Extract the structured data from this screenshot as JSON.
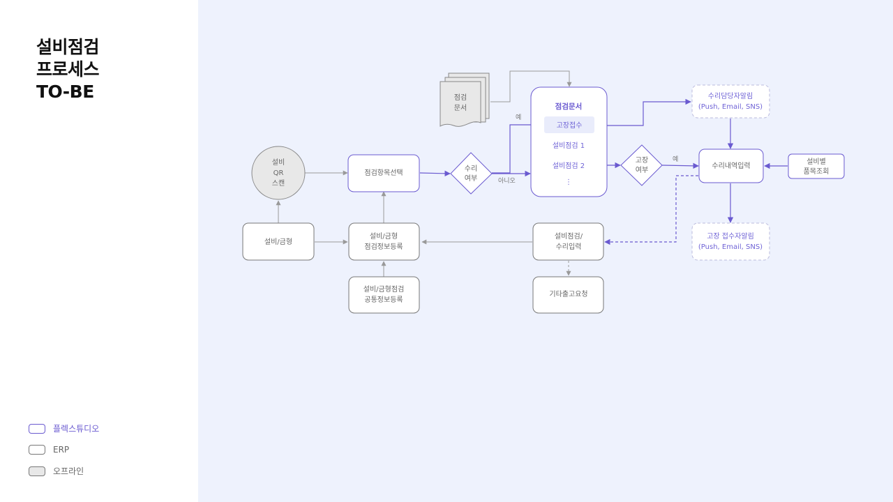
{
  "title": {
    "line1": "설비점검",
    "line2": "프로세스",
    "line3": "TO-BE"
  },
  "legend": [
    {
      "label": "플렉스튜디오",
      "color": "#6a5ad0"
    },
    {
      "label": "ERP",
      "color": "#777777"
    },
    {
      "label": "오프라인",
      "color": "#777777"
    }
  ],
  "nodes": {
    "qr_scan": [
      "설비",
      "QR",
      "스캔"
    ],
    "equipment": [
      "설비/금형"
    ],
    "select_items": [
      "점검항목선택"
    ],
    "register_info": [
      "설비/금형",
      "점검정보등록"
    ],
    "common_info": [
      "설비/금형점검",
      "공통정보등록"
    ],
    "repair_decision": [
      "수리",
      "여부"
    ],
    "check_doc": [
      "점검",
      "문서"
    ],
    "doc_card": {
      "title": "점검문서",
      "items": [
        "고장접수",
        "설비점검 1",
        "설비점검 2",
        "⋮"
      ]
    },
    "fault_decision": [
      "고장",
      "여부"
    ],
    "repair_manager_alarm": [
      "수리담당자알림",
      "(Push, Email, SNS)"
    ],
    "repair_input": [
      "수리내역입력"
    ],
    "item_lookup": [
      "설비별",
      "품목조회"
    ],
    "receiver_alarm": [
      "고장 접수자알림",
      "(Push, Email, SNS)"
    ],
    "check_repair_input": [
      "설비점검/",
      "수리입력"
    ],
    "other_release": [
      "기타출고요청"
    ]
  },
  "edge_labels": {
    "yes_1": "예",
    "no_1": "아니오",
    "yes_2": "예"
  },
  "colors": {
    "purple": "#6a5ad0",
    "gray": "#999999",
    "canvas": "#eef2fd"
  }
}
